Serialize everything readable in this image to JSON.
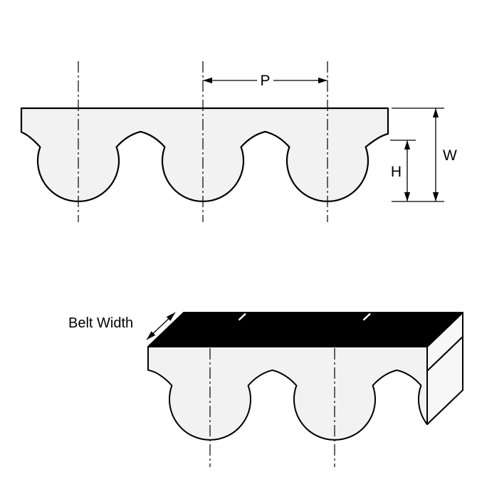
{
  "diagram": {
    "type": "timing-belt-tooth-profile",
    "labels": {
      "pitch": "P",
      "overall_height": "W",
      "tooth_height": "H",
      "belt_width": "Belt Width"
    },
    "colors": {
      "background": "#ffffff",
      "line": "#000000",
      "belt_fill": "#f2f2f2",
      "top_surface_fill": "#000000",
      "end_face_fill": "#f7f7f7"
    }
  }
}
